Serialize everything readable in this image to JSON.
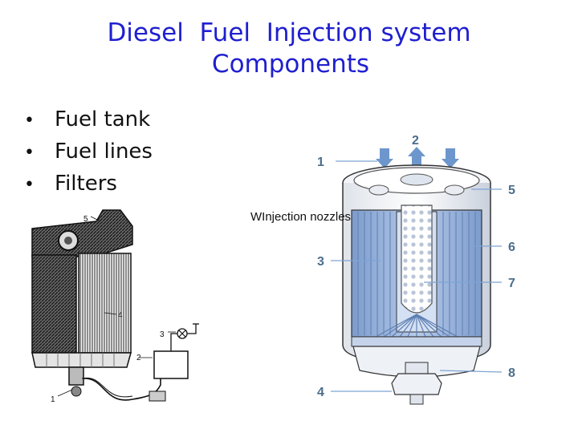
{
  "slide": {
    "title_line1": "Diesel  Fuel  Injection system",
    "title_line2": "Components",
    "bullets": [
      "Fuel tank",
      "Fuel lines",
      "Filters"
    ],
    "overlay_text": "WInjection nozzles",
    "colors": {
      "title": "#1f1fd0",
      "callout": "#4b6e8c",
      "filter_blue": "#9eb8e0",
      "arrow_blue": "#6d97cc"
    }
  },
  "left_diagram": {
    "labels": [
      "5",
      "4",
      "3",
      "2",
      "1"
    ]
  },
  "right_diagram": {
    "callouts": [
      "1",
      "2",
      "3",
      "4",
      "5",
      "6",
      "7",
      "8"
    ]
  }
}
